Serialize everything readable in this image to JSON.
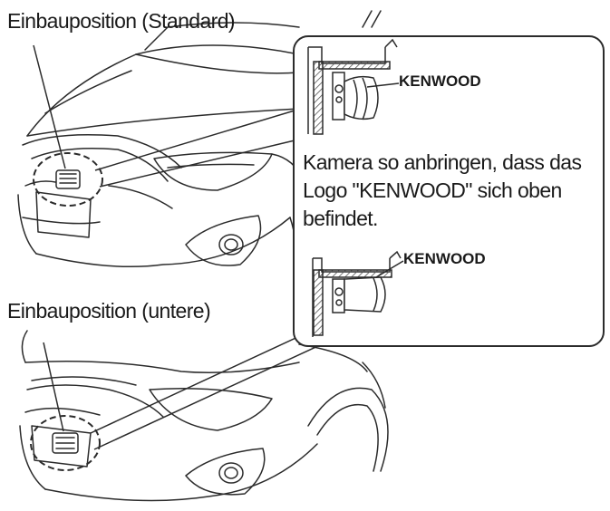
{
  "labels": {
    "position_standard": "Einbauposition (Standard)",
    "position_lower": "Einbauposition (untere)"
  },
  "callout": {
    "brand_top": "KENWOOD",
    "brand_bottom": "KENWOOD",
    "instruction_lines": [
      "Kamera so anbringen, dass das",
      "Logo \"KENWOOD\" sich oben",
      "befindet."
    ]
  },
  "colors": {
    "line": "#2b2b2b",
    "hatch": "#555555",
    "background": "#ffffff"
  }
}
